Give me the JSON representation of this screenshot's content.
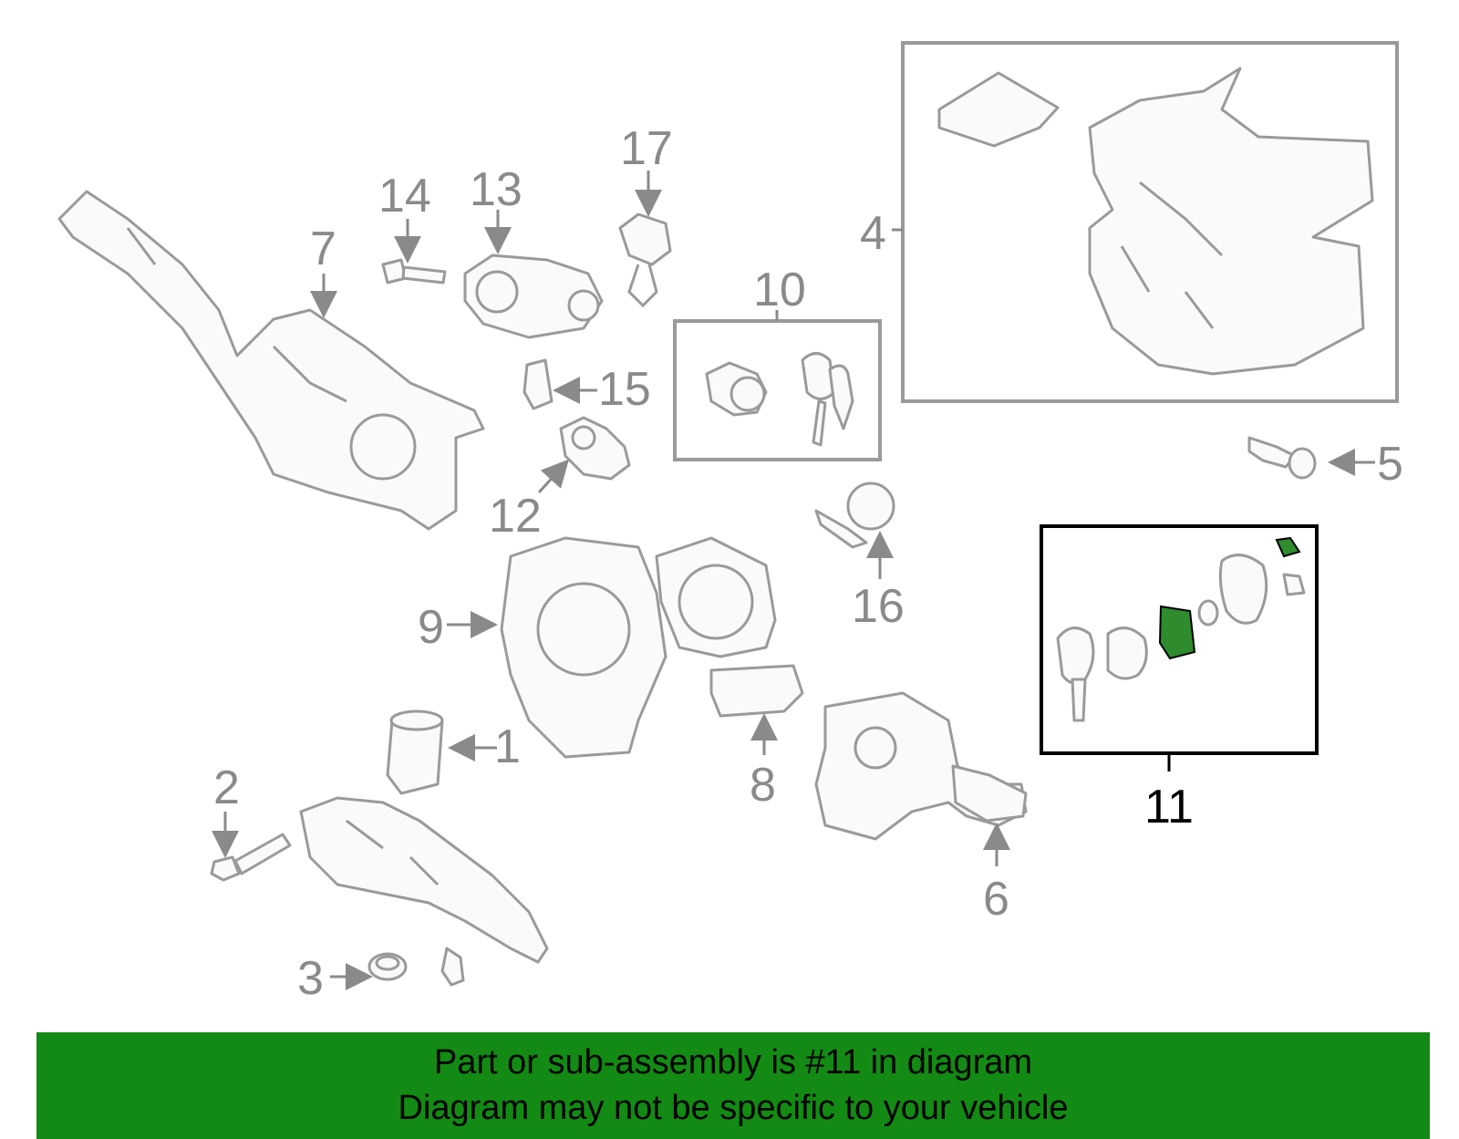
{
  "callouts": {
    "c1": "1",
    "c2": "2",
    "c3": "3",
    "c4": "4",
    "c5": "5",
    "c6": "6",
    "c7": "7",
    "c8": "8",
    "c9": "9",
    "c10": "10",
    "c11": "11",
    "c12": "12",
    "c13": "13",
    "c14": "14",
    "c15": "15",
    "c16": "16",
    "c17": "17"
  },
  "banner": {
    "line1": "Part or sub-assembly is #11 in diagram",
    "line2": "Diagram may not be specific to your vehicle"
  },
  "colors": {
    "banner_bg": "#138a13",
    "highlight_part": "#2e8b2e",
    "line_gray": "#9a9a9a"
  }
}
